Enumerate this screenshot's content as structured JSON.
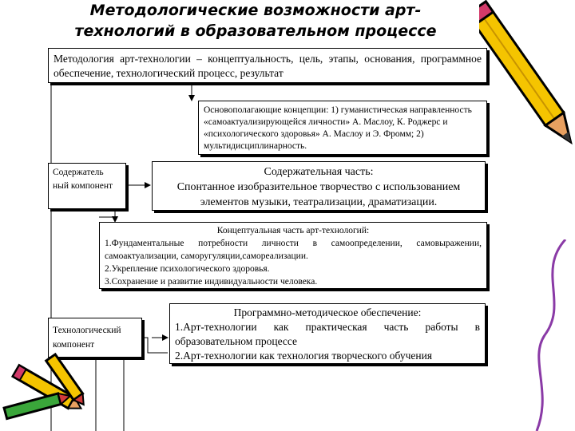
{
  "title_line1": "Методологические возможности арт-",
  "title_line2": "технологий в образовательном процессе",
  "box_methodology": "Методология арт-технологии – концептуальность, цель, этапы, основания, программное обеспечение, технологический процесс, результат",
  "box_concepts": "Основополагающие концепции: 1) гуманистическая направленность «самоактуализирующейся личности» А. Маслоу, К. Роджерс и «психологического здоровья» А. Маслоу и Э. Фромм; 2) мультидисциплинарность.",
  "box_content_component": "Содержатель ный компонент",
  "content_part": {
    "heading": "Содержательная часть:",
    "body": "Спонтанное изобразительное творчество с использованием элементов музыки, театрализации, драматизации."
  },
  "conceptual_part": {
    "heading": "Концептуальная часть арт-технологий:",
    "item1": "1.Фундаментальные потребности личности в самоопределении, самовыражении, самоактуализации, саморугуляции,самореализации.",
    "item2": "2.Укрепление психологического здоровья.",
    "item3": "3.Сохранение и развитие индивидуальности человека."
  },
  "box_tech_component": "Технологический компонент",
  "program_support": {
    "heading": "Программно-методическое обеспечение:",
    "item1": "1.Арт-технологии как практическая часть работы в образовательном процессе",
    "item2": "2.Арт-технологии как технология творческого обучения"
  },
  "colors": {
    "pencil_body": "#f5c400",
    "pencil_tip": "#e8a060",
    "pencil_eraser": "#d23a6a",
    "lines": "#000000"
  },
  "icons": [
    "pencil-icon-top-right",
    "pencil-icon-bottom-left",
    "crayons-icon-bottom-left"
  ]
}
